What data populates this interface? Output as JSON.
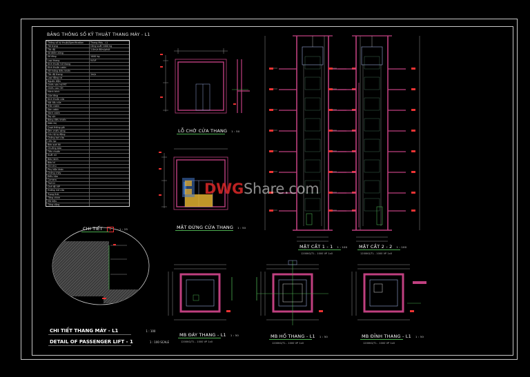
{
  "sheet": {
    "background": "#000000",
    "line_color": "#c9c9c9",
    "accent_green": "#4caf50",
    "wall_magenta": "#c04080",
    "hatch_grey": "#777777"
  },
  "spec_table": {
    "title": "BẢNG THÔNG SỐ KỸ THUẬT THANG MÁY - L1",
    "rows": [
      {
        "k": "Thông số kỹ thuật/Specification",
        "v": "Thang Máy - L1"
      },
      {
        "k": "Tải trọng",
        "v": "Công suất 1000 kg"
      },
      {
        "k": "Tốc độ",
        "v": "1.0m/s  60m/phút"
      },
      {
        "k": "Số điểm dừng",
        "v": ""
      },
      {
        "k": "Số tầng",
        "v": "1000 kg"
      },
      {
        "k": "Loại thang",
        "v": "VVVF"
      },
      {
        "k": "Kích thước hố thang",
        "v": ""
      },
      {
        "k": "Kích thước cabin",
        "v": ""
      },
      {
        "k": "Hệ thống điều khiển",
        "v": ""
      },
      {
        "k": "Tốc độ thang",
        "v": "1m/s"
      },
      {
        "k": "Loại động cơ",
        "v": ""
      },
      {
        "k": "Nguồn điện",
        "v": ""
      },
      {
        "k": "Chiều sâu hố PIT",
        "v": ""
      },
      {
        "k": "Chiều cao OH",
        "v": ""
      },
      {
        "k": "Hành trình",
        "v": ""
      },
      {
        "k": "Cửa tầng",
        "v": ""
      },
      {
        "k": "Kích thước cửa",
        "v": ""
      },
      {
        "k": "Vật liệu cửa",
        "v": ""
      },
      {
        "k": "Trần cabin",
        "v": ""
      },
      {
        "k": "Sàn cabin",
        "v": ""
      },
      {
        "k": "Vách cabin",
        "v": ""
      },
      {
        "k": "Tay vịn",
        "v": ""
      },
      {
        "k": "Bảng điều khiển",
        "v": ""
      },
      {
        "k": "Hiển thị",
        "v": ""
      },
      {
        "k": "Quạt thông gió",
        "v": ""
      },
      {
        "k": "Đèn chiếu sáng",
        "v": ""
      },
      {
        "k": "Cứu hộ tự động",
        "v": ""
      },
      {
        "k": "Chống kẹt cửa",
        "v": ""
      },
      {
        "k": "Liên lạc",
        "v": ""
      },
      {
        "k": "Báo quá tải",
        "v": ""
      },
      {
        "k": "Chuông báo",
        "v": ""
      },
      {
        "k": "Tiêu chuẩn",
        "v": ""
      },
      {
        "k": "Xuất xứ",
        "v": ""
      },
      {
        "k": "Bảo hành",
        "v": ""
      },
      {
        "k": "Bảo trì",
        "v": ""
      },
      {
        "k": "Ghi chú",
        "v": ""
      },
      {
        "k": "Phụ kiện khác",
        "v": ""
      },
      {
        "k": "Chống cháy",
        "v": ""
      },
      {
        "k": "Điều hòa",
        "v": ""
      },
      {
        "k": "Camera",
        "v": ""
      },
      {
        "k": "Thẻ từ",
        "v": ""
      },
      {
        "k": "Chế độ VIP",
        "v": ""
      },
      {
        "k": "Hướng mở cửa",
        "v": ""
      },
      {
        "k": "Trạng thái",
        "v": ""
      },
      {
        "k": "Tầng chính",
        "v": ""
      },
      {
        "k": "Mã hiệu",
        "v": ""
      },
      {
        "k": "Tổng cộng",
        "v": ""
      }
    ]
  },
  "captions": {
    "lo_cho_cua": "LỖ CHỜ CỬA THANG",
    "mat_dung_cua": "MẶT ĐỨNG CỬA THANG",
    "mat_cat_1": "MẶT CẮT 1 - 1",
    "mat_cat_2": "MẶT CẮT 2 - 2",
    "mb_day": "MB ĐÁY THANG - L1",
    "mb_ho": "MB HỐ THANG - L1",
    "mb_dinh": "MB ĐỈNH THANG - L1",
    "chi_tiet": "CHI TIẾT",
    "chi_tiet_num": "1",
    "scale_50": "1 : 50",
    "scale_25": "1 : 25",
    "scale_100": "1 : 100",
    "sub_spec": "1200KG/TL - 1000 VP 1x0",
    "main_title_vn": "CHI TIẾT THANG MÁY - L1",
    "main_title_en": "DETAIL OF PASSENGER LIFT - 1",
    "main_scale": "1 : 100",
    "main_scale_en": "1 : 100 SCALE"
  },
  "watermark": {
    "text_a": "DWG",
    "text_b": "Share.com"
  }
}
